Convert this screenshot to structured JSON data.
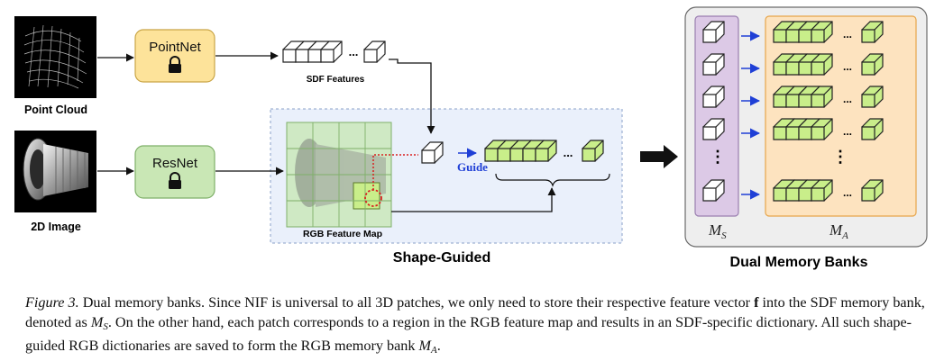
{
  "inputs": {
    "point_cloud_label": "Point Cloud",
    "image_label": "2D Image"
  },
  "encoders": {
    "pointnet_label": "PointNet",
    "resnet_label": "ResNet"
  },
  "features": {
    "sdf_label": "SDF Features",
    "rgb_map_label": "RGB Feature Map",
    "guide_label": "Guide",
    "ellipsis": "..."
  },
  "sections": {
    "shape_guided_label": "Shape-Guided",
    "dual_memory_label": "Dual Memory Banks"
  },
  "memory": {
    "ms_symbol": "M",
    "ms_subscript": "S",
    "ma_symbol": "M",
    "ma_subscript": "A",
    "vertical_dots": "⋮"
  },
  "caption": {
    "label": "Figure 3.",
    "part1": " Dual memory banks. Since NIF is universal to all 3D patches, we only need to store their respective feature vector ",
    "vector": "f",
    "part2": " into the SDF memory bank, denoted as ",
    "ms_symbol": "M",
    "ms_sub": "S",
    "part3": ". On the other hand, each patch corresponds to a region in the RGB feature map and results in an SDF-specific dictionary. All such shape-guided RGB dictionaries are saved to form the RGB memory bank ",
    "ma_symbol": "M",
    "ma_sub": "A",
    "part4": "."
  },
  "colors": {
    "pointnet_fill": "#fde39a",
    "resnet_fill": "#c9e7b5",
    "cube_green": "#c9ee8a",
    "cube_white": "#ffffff",
    "ms_bank": "#dcc9e6",
    "ma_bank": "#fde3bf",
    "shape_guided_bg": "#eaf0fb",
    "guide_arrow": "#1f3fd6",
    "highlight": "#d92020"
  },
  "icons": [
    "lock-icon",
    "arrow-icon",
    "curly-brace-icon"
  ]
}
